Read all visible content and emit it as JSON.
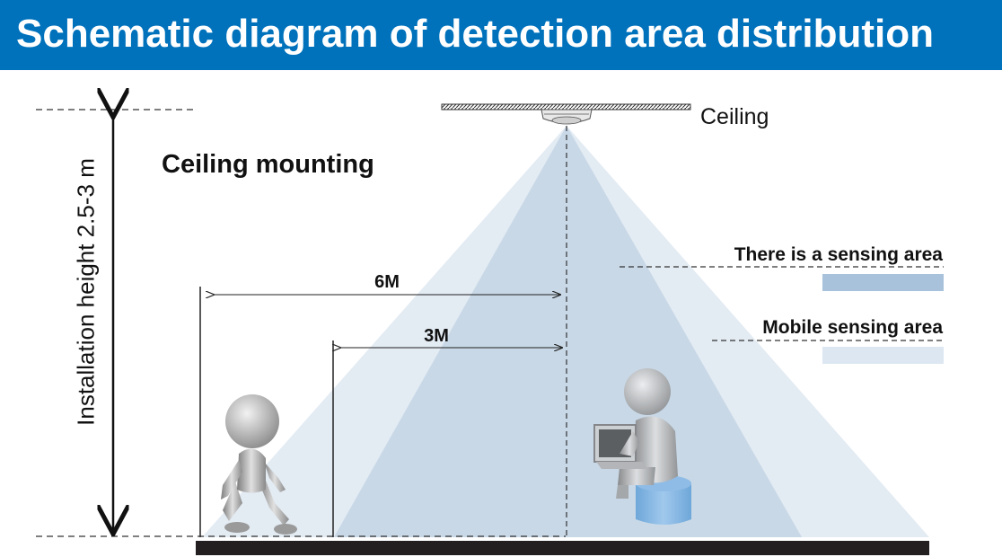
{
  "title": "Schematic diagram of detection area distribution",
  "labels": {
    "ceiling": "Ceiling",
    "mounting": "Ceiling mounting",
    "height": "Installation height 2.5-3 m",
    "range_6m": "6M",
    "range_3m": "3M"
  },
  "legend": [
    {
      "label": "There is a sensing area",
      "color": "#a8c2dc"
    },
    {
      "label": "Mobile sensing area",
      "color": "#dce7f1"
    }
  ],
  "colors": {
    "header_bg": "#0072bc",
    "outer_zone": "#e3ebf3",
    "inner_zone": "#c8d8e7",
    "floor": "#231f20"
  },
  "icons": [
    "ceiling-sensor-icon",
    "walking-person-icon",
    "seated-laptop-person-icon"
  ]
}
